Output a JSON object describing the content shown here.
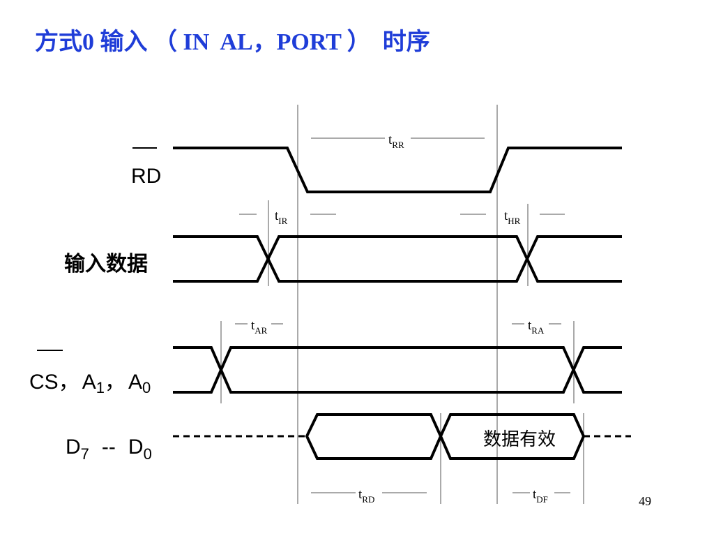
{
  "title": "方式0 输入 （ IN  AL，PORT ）  时序",
  "signals": {
    "rd": "RD",
    "input_data": "输入数据",
    "cs_a": {
      "cs": "CS",
      "sep1": "，",
      "a": "A",
      "a1_sub": "1",
      "sep2": "，",
      "a0": "A",
      "a0_sub": "0"
    },
    "data_bus": {
      "d7": "D",
      "d7_sub": "7",
      "dash": "--",
      "d0": "D",
      "d0_sub": "0"
    }
  },
  "data_valid_label": "数据有效",
  "timings": {
    "rr": {
      "t": "t",
      "sub": "RR"
    },
    "ir": {
      "t": "t",
      "sub": "IR"
    },
    "hr": {
      "t": "t",
      "sub": "HR"
    },
    "ar": {
      "t": "t",
      "sub": "AR"
    },
    "ra": {
      "t": "t",
      "sub": "RA"
    },
    "rd": {
      "t": "t",
      "sub": "RD"
    },
    "df": {
      "t": "t",
      "sub": "DF"
    }
  },
  "page_number": "49",
  "colors": {
    "title": "#1f3dd8",
    "wave": "#000000"
  }
}
